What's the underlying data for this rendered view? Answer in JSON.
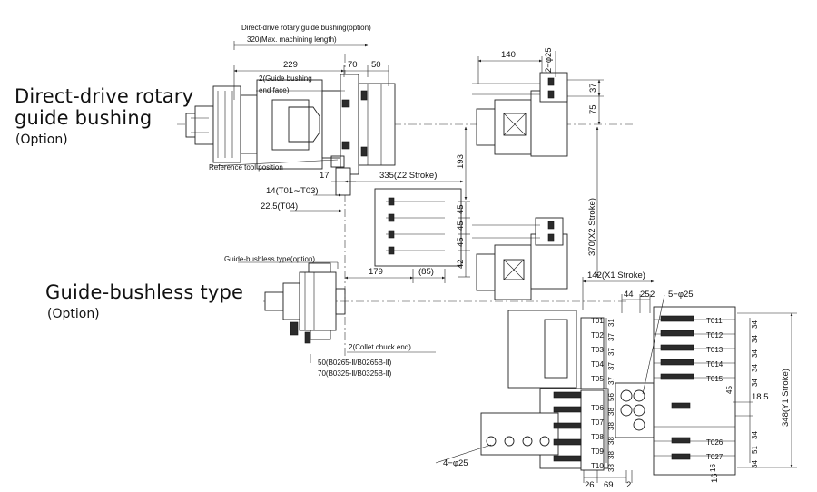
{
  "labels": {
    "rotary_title_line1": "Direct-drive rotary",
    "rotary_title_line2": "guide bushing",
    "rotary_option": "(Option)",
    "bushless_title": "Guide-bushless type",
    "bushless_option": "(Option)"
  },
  "callouts": {
    "rotary_bushing_option": "Direct-drive rotary guide bushing(option)",
    "max_machining": "320(Max. machining length)",
    "guide_bushing_end_face_1": "2(Guide bushing",
    "guide_bushing_end_face_2": "end face)",
    "reference_tool": "Reference tool position",
    "bushless_option": "Guide-bushless type(option)",
    "collet_chuck_end": "2(Collet chuck end)",
    "model_50": "50(B0265-Ⅱ/B0265B-Ⅱ)",
    "model_70": "70(B0325-Ⅱ/B0325B-Ⅱ)"
  },
  "dimensions": {
    "d229": "229",
    "d70": "70",
    "d50": "50",
    "d140": "140",
    "phi25_top": "2−φ25",
    "d37": "37",
    "d75": "75",
    "d193": "193",
    "d17": "17",
    "z2_stroke": "335(Z2 Stroke)",
    "t01_t03": "14(T01∼T03)",
    "t04": "22.5(T04)",
    "d45a": "45",
    "d45b": "45",
    "d45c": "45",
    "d42": "42",
    "x2_stroke": "370(X2 Stroke)",
    "d179": "179",
    "d85": "(85)",
    "x1_stroke": "142(X1 Stroke)",
    "d44": "44",
    "d25": "25",
    "d2a": "2",
    "phi25_right": "5−φ25",
    "d185": "18.5",
    "y1_stroke": "348(Y1 Stroke)",
    "phi25_bottom": "4−φ25",
    "d26": "26",
    "d69": "69",
    "d2b": "2",
    "d16": "16"
  },
  "tool_labels_left": [
    "T01",
    "T02",
    "T03",
    "T04",
    "T05",
    "T06",
    "T07",
    "T08",
    "T09",
    "T10"
  ],
  "tool_labels_right": [
    "T011",
    "T012",
    "T013",
    "T014",
    "T015",
    "T026",
    "T027"
  ],
  "vertical_dims_left": [
    "31",
    "37",
    "37",
    "37",
    "37",
    "56",
    "38",
    "38",
    "38",
    "38",
    "38"
  ],
  "vertical_dims_right": [
    "34",
    "34",
    "34",
    "34",
    "34",
    "45",
    "34",
    "51",
    "34",
    "16"
  ]
}
